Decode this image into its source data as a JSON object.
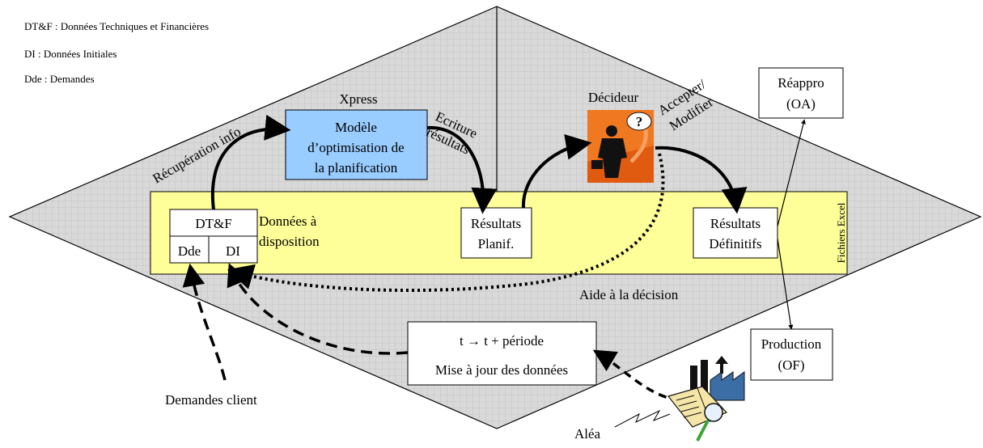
{
  "legend": [
    "DT&F : Données Techniques et Financières",
    "DI : Données Initiales",
    "Dde : Demandes"
  ],
  "xpress_label": "Xpress",
  "model_box": [
    "Modèle",
    "d’optimisation de",
    "la planification"
  ],
  "recuperation_label": "Récupération info",
  "ecriture_label": [
    "Ecriture",
    "résultats"
  ],
  "decideur_label": "Décideur",
  "accepter_label": [
    "Accepter/",
    "Modifier"
  ],
  "reappro_box": [
    "Réappro",
    "(OA)"
  ],
  "production_box": [
    "Production",
    "(OF)"
  ],
  "dtf_box": {
    "title": "DT&F",
    "left": "Dde",
    "right": "DI"
  },
  "donnees_label": [
    "Données à",
    "disposition"
  ],
  "resultats_planif": [
    "Résultats",
    "Planif."
  ],
  "resultats_definitifs": [
    "Résultats",
    "Définitifs"
  ],
  "fichiers_excel": "Fichiers Excel",
  "aide_label": "Aide à la décision",
  "update_box": {
    "line1": "t → t + période",
    "line2": "Mise à jour des données"
  },
  "demandes_label": "Demandes client",
  "alea_label": "Aléa",
  "colors": {
    "diamond_fill": "#d9d9d9",
    "band_fill": "#ffff99",
    "model_fill": "#99ccff",
    "decideur_fill": "#f07820"
  }
}
